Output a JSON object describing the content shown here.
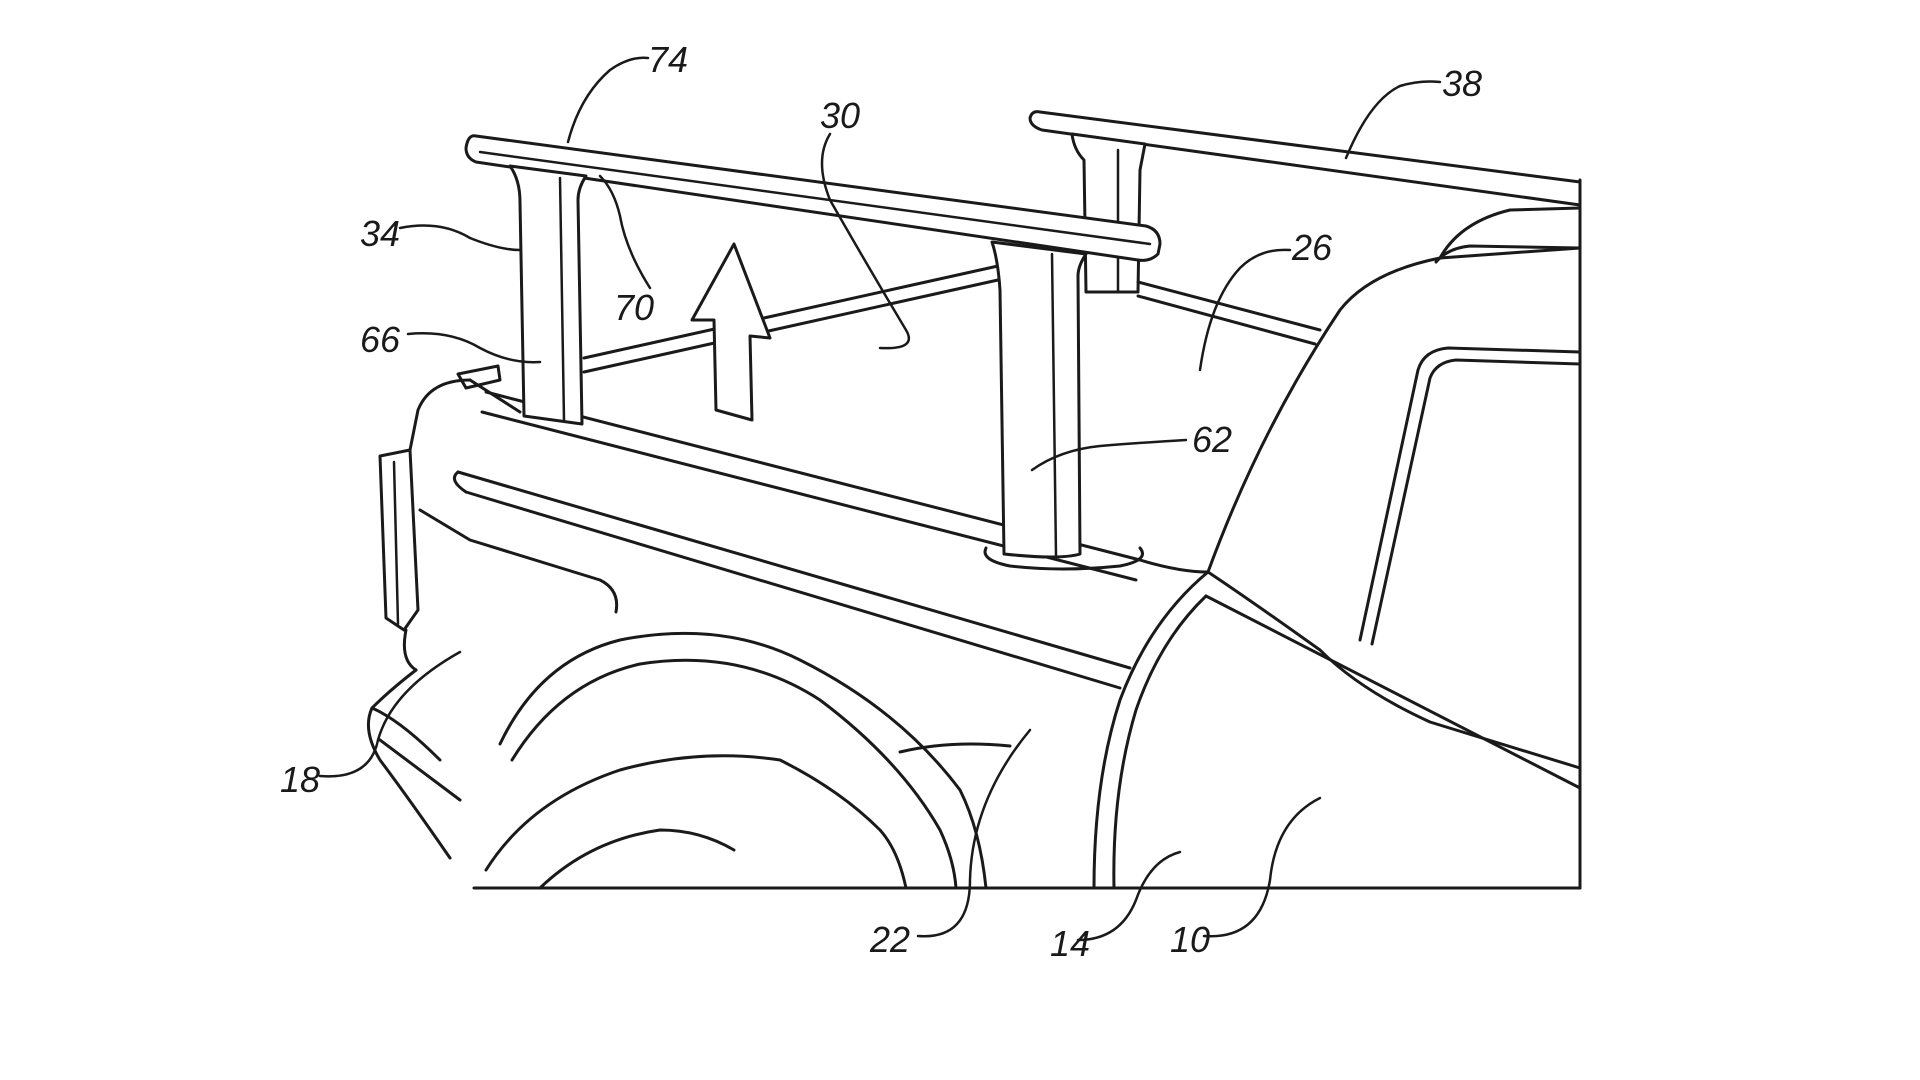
{
  "figure": {
    "reference_numerals": {
      "r74": "74",
      "r38": "38",
      "r30": "30",
      "r34": "34",
      "r70": "70",
      "r26": "26",
      "r66": "66",
      "r62": "62",
      "r18": "18",
      "r22": "22",
      "r14": "14",
      "r10": "10"
    }
  }
}
